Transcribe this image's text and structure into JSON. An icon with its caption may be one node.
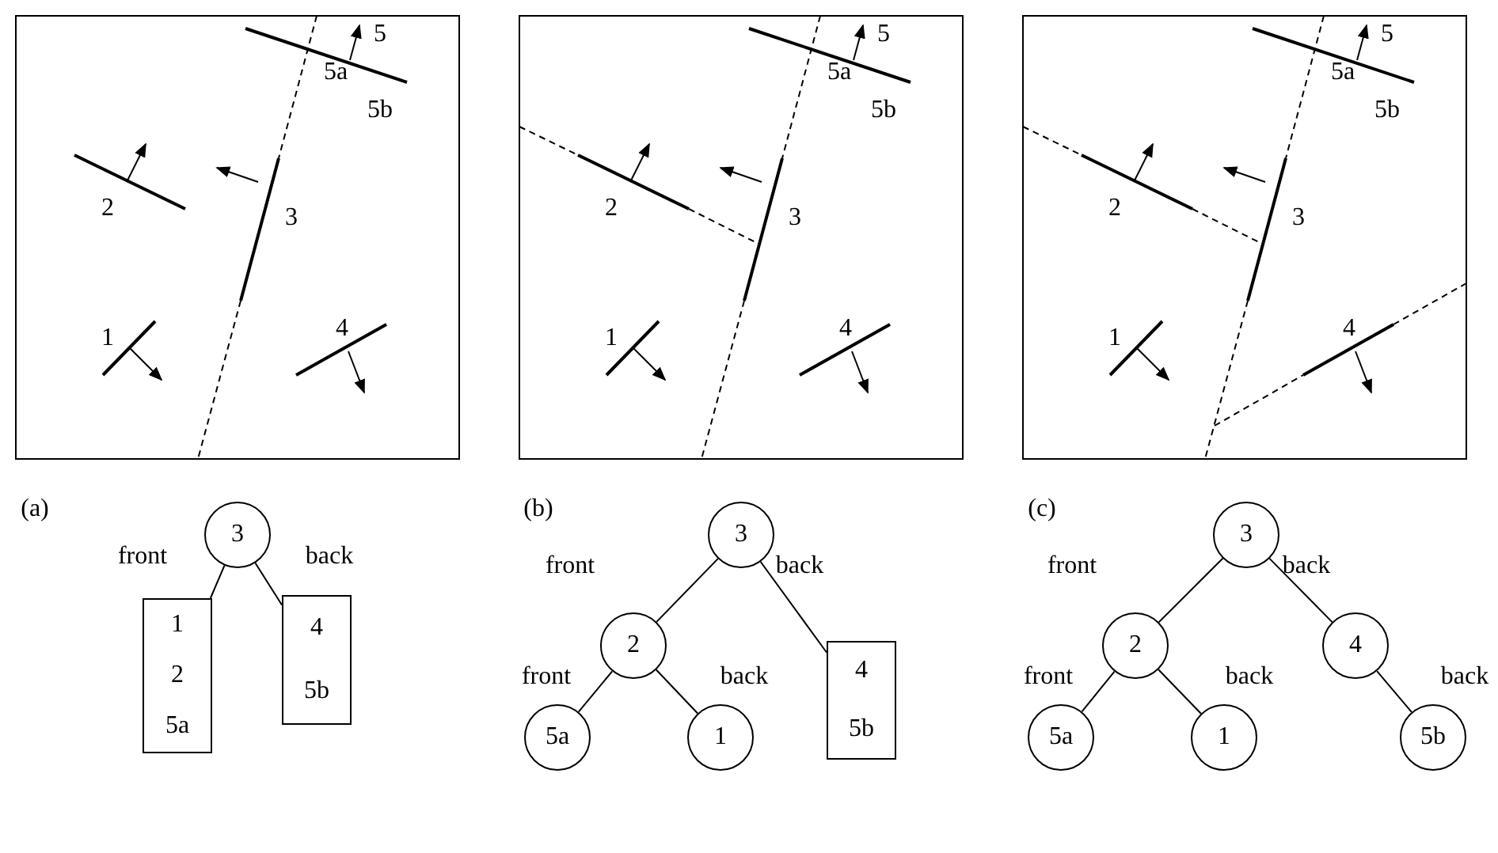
{
  "diagram": {
    "nodes": [
      {
        "text": [
          "3"
        ]
      },
      {
        "text": [
          "1",
          "2",
          "5a"
        ]
      },
      {
        "text": [
          "4",
          "5b"
        ]
      },
      {
        "text": [
          "3"
        ]
      },
      {
        "text": [
          "2"
        ]
      },
      {
        "text": [
          "4",
          "5b"
        ]
      },
      {
        "text": [
          "5a"
        ]
      },
      {
        "text": [
          "1"
        ]
      },
      {
        "text": [
          "3"
        ]
      },
      {
        "text": [
          "2"
        ]
      },
      {
        "text": [
          "4"
        ]
      },
      {
        "text": [
          "5a"
        ]
      },
      {
        "text": [
          "1"
        ]
      },
      {
        "text": [
          "5b"
        ]
      }
    ],
    "edges": [
      {
        "from": 0,
        "to": 1,
        "arrow": "none",
        "label": "front"
      },
      {
        "from": 0,
        "to": 2,
        "arrow": "none",
        "label": "back"
      },
      {
        "from": 3,
        "to": 4,
        "arrow": "none",
        "label": "front"
      },
      {
        "from": 3,
        "to": 5,
        "arrow": "none",
        "label": "back"
      },
      {
        "from": 4,
        "to": 6,
        "arrow": "none",
        "label": "front"
      },
      {
        "from": 4,
        "to": 7,
        "arrow": "none",
        "label": "back"
      },
      {
        "from": 8,
        "to": 9,
        "arrow": "none",
        "label": "front"
      },
      {
        "from": 8,
        "to": 10,
        "arrow": "none",
        "label": "back"
      },
      {
        "from": 9,
        "to": 11,
        "arrow": "none",
        "label": "front"
      },
      {
        "from": 9,
        "to": 12,
        "arrow": "none",
        "label": "back"
      },
      {
        "from": 10,
        "to": 13,
        "arrow": "none",
        "label": "back"
      }
    ],
    "labels": [
      "5",
      "5a",
      "5b",
      "2",
      "3",
      "1",
      "4",
      "5",
      "5a",
      "5b",
      "2",
      "3",
      "1",
      "4",
      "5",
      "5a",
      "5b",
      "2",
      "3",
      "1",
      "4",
      "(a)",
      "(b)",
      "(c)"
    ]
  }
}
